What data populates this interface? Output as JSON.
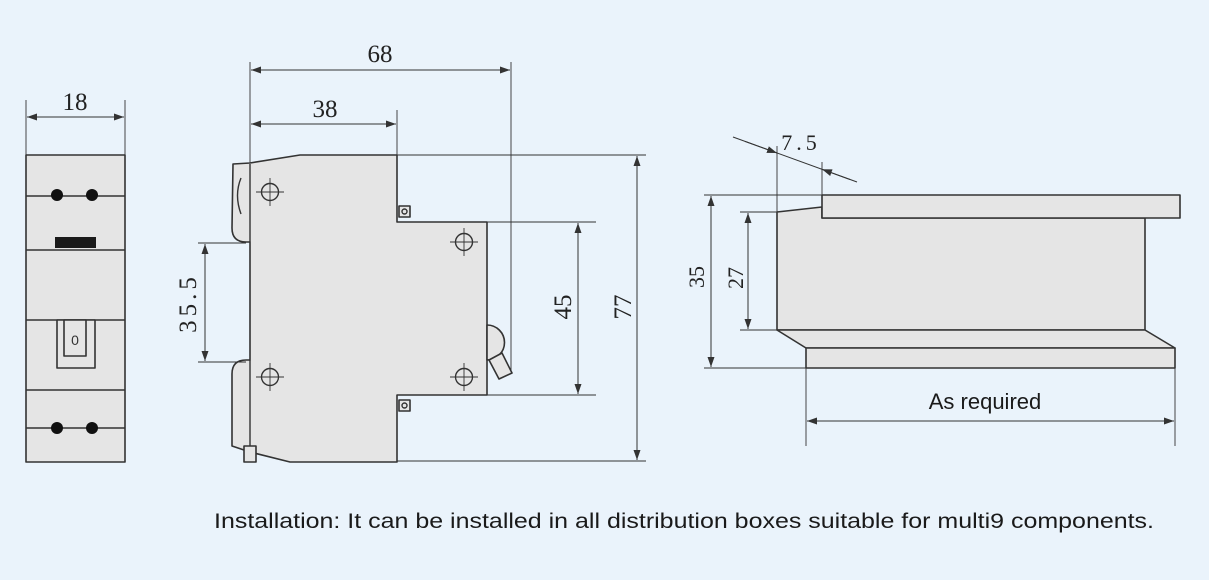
{
  "colors": {
    "background": "#eaf3fb",
    "part_fill": "#e5e5e5",
    "line": "#333333"
  },
  "front_view": {
    "width_dim": "18",
    "toggle_mark": "0"
  },
  "side_view": {
    "total_depth_dim": "68",
    "front_depth_dim": "38",
    "clip_spacing_dim": "35.5",
    "front_height_dim": "45",
    "total_height_dim": "77"
  },
  "rail_view": {
    "flange_dim": "7.5",
    "height_dim": "35",
    "inner_height_dim": "27",
    "length_dim": "As required"
  },
  "caption": "Installation: It can be installed in all distribution boxes suitable for multi9 components."
}
